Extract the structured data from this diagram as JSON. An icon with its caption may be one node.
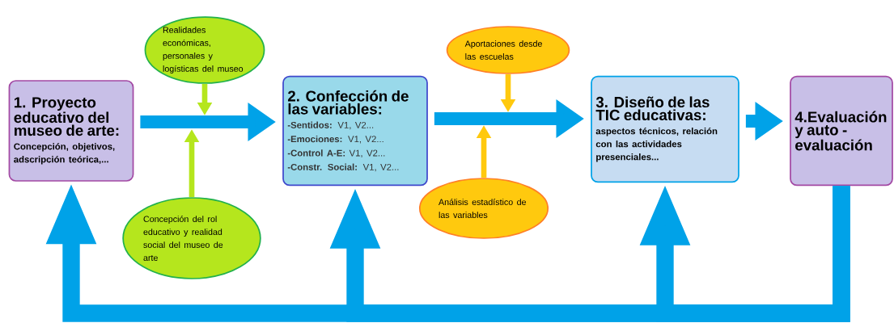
{
  "diagram": {
    "nodes": [
      {
        "text": [
          "1. Proyecto educativo del museo de arte:",
          "Concepción, objetivos, adscripción teórica,..."
        ]
      },
      {
        "text": [
          "Realidades económicas, personales y logísticas del museo"
        ]
      },
      {
        "text": [
          "Concepción del rol educativo y realidad social del museo de arte"
        ]
      },
      {
        "text": [
          "2. Confección de las variables:",
          "**-Sentidos:** V1, V2...",
          "**-Emociones:** V1, V2...",
          "**-Control A-E:** V1, V2...",
          "**-Constr. Social:** V1, V2..."
        ]
      },
      {
        "text": [
          "Aportaciones desde las escuelas"
        ]
      },
      {
        "text": [
          "Análisis estadístico de las variables"
        ]
      },
      {
        "text": [
          "3. Diseño de las TIC educativas:",
          "aspectos técnicos, relación con las actividades presenciales..."
        ]
      },
      {
        "text": [
          "4.Evaluación y auto - evaluación"
        ]
      }
    ],
    "edges": [
      {
        "from": 0,
        "to": 3,
        "arrow": "to"
      },
      {
        "from": 1,
        "to": null,
        "arrow": "to",
        "color": "#b5e61d"
      },
      {
        "from": 2,
        "to": null,
        "arrow": "to",
        "color": "#b5e61d"
      },
      {
        "from": 3,
        "to": 6,
        "arrow": "to"
      },
      {
        "from": 4,
        "to": null,
        "arrow": "to",
        "color": "#ffc90e"
      },
      {
        "from": 5,
        "to": null,
        "arrow": "to",
        "color": "#ffc90e"
      },
      {
        "from": 6,
        "to": 7,
        "arrow": "to"
      },
      {
        "from": 7,
        "to": 0,
        "arrow": "to"
      },
      {
        "from": 7,
        "to": 3,
        "arrow": "to"
      },
      {
        "from": 7,
        "to": 6,
        "arrow": "to"
      }
    ]
  }
}
